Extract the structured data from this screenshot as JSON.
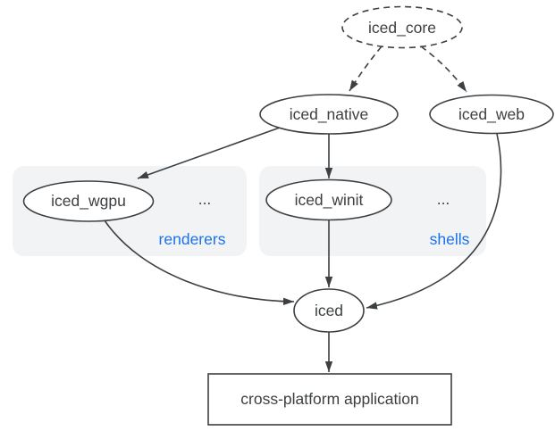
{
  "diagram": {
    "nodes": {
      "iced_core": {
        "label": "iced_core",
        "shape": "ellipse",
        "border": "dashed"
      },
      "iced_native": {
        "label": "iced_native",
        "shape": "ellipse",
        "border": "solid"
      },
      "iced_web": {
        "label": "iced_web",
        "shape": "ellipse",
        "border": "solid"
      },
      "iced_wgpu": {
        "label": "iced_wgpu",
        "shape": "ellipse",
        "border": "solid"
      },
      "iced_winit": {
        "label": "iced_winit",
        "shape": "ellipse",
        "border": "solid"
      },
      "iced": {
        "label": "iced",
        "shape": "ellipse",
        "border": "solid"
      },
      "app": {
        "label": "cross-platform application",
        "shape": "rectangle",
        "border": "solid"
      }
    },
    "groups": {
      "renderers": {
        "label": "renderers",
        "ellipsis": "...",
        "contains": [
          "iced_wgpu"
        ]
      },
      "shells": {
        "label": "shells",
        "ellipsis": "...",
        "contains": [
          "iced_winit"
        ]
      }
    },
    "edges": [
      {
        "from": "iced_core",
        "to": "iced_native",
        "style": "dashed"
      },
      {
        "from": "iced_core",
        "to": "iced_web",
        "style": "dashed"
      },
      {
        "from": "iced_native",
        "to": "iced_wgpu",
        "style": "solid"
      },
      {
        "from": "iced_native",
        "to": "iced_winit",
        "style": "solid"
      },
      {
        "from": "iced_wgpu",
        "to": "iced",
        "style": "solid"
      },
      {
        "from": "iced_winit",
        "to": "iced",
        "style": "solid"
      },
      {
        "from": "iced_web",
        "to": "iced",
        "style": "solid"
      },
      {
        "from": "iced",
        "to": "app",
        "style": "solid"
      }
    ],
    "colors": {
      "stroke": "#3c4043",
      "text": "#3c4043",
      "accent_blue": "#1a73e8",
      "group_fill": "#f1f3f4",
      "node_fill": "#ffffff",
      "background": "#ffffff"
    }
  }
}
